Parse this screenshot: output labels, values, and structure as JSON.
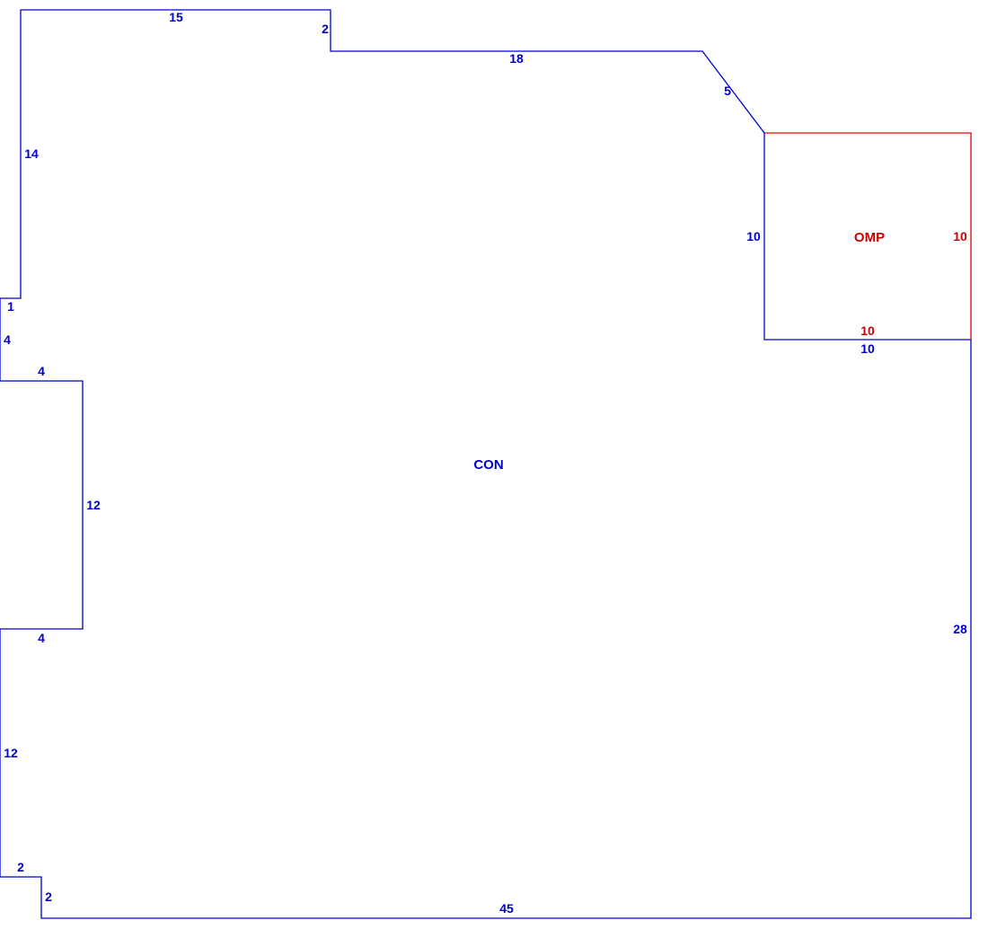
{
  "colors": {
    "main_line": "#0000cc",
    "main_text": "#0000cc",
    "sub_line": "#e00000",
    "sub_text": "#cc0000",
    "background": "#ffffff"
  },
  "main_area": {
    "label": "CON",
    "edges": [
      "15",
      "2",
      "18",
      "5",
      "10",
      "10",
      "28",
      "45",
      "2",
      "2",
      "12",
      "4",
      "12",
      "4",
      "4",
      "1",
      "14"
    ]
  },
  "sub_area": {
    "label": "OMP",
    "edges": [
      "10",
      "10"
    ]
  }
}
